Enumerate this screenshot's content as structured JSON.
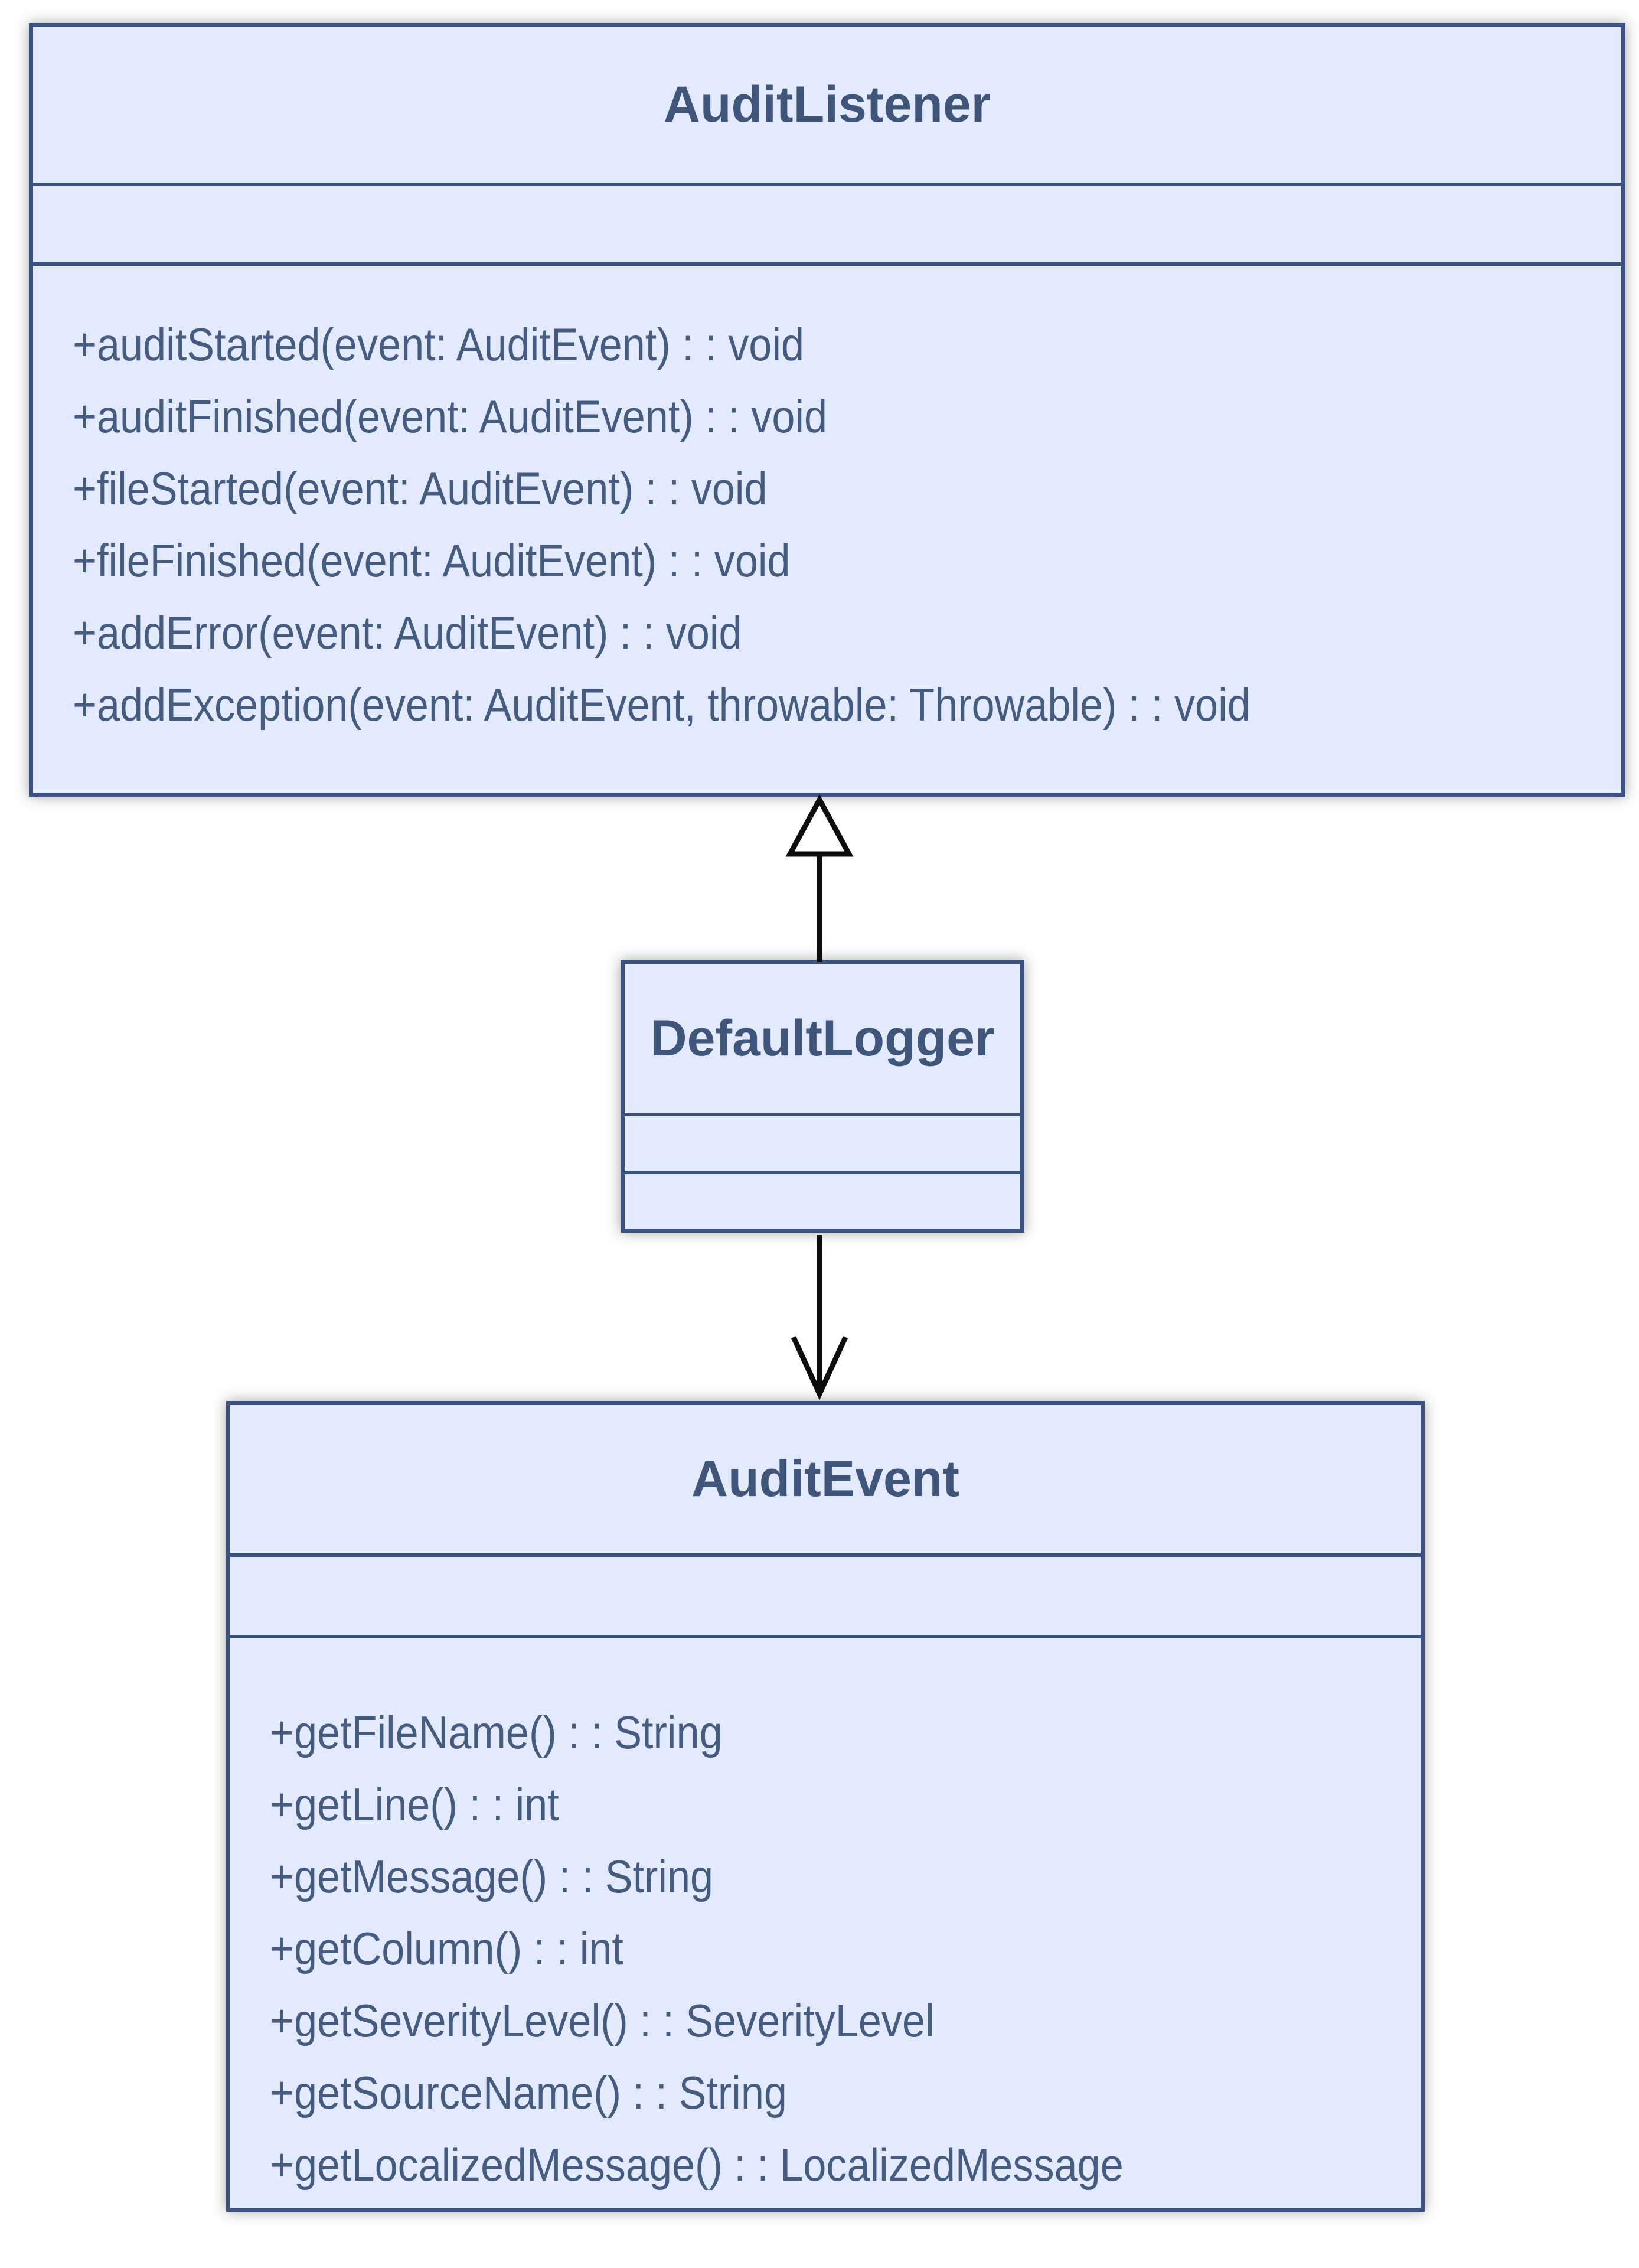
{
  "diagram": {
    "classes": [
      {
        "name": "AuditListener",
        "attributes": [],
        "methods": [
          "+auditStarted(event: AuditEvent) : : void",
          "+auditFinished(event: AuditEvent) : : void",
          "+fileStarted(event: AuditEvent) : : void",
          "+fileFinished(event: AuditEvent) : : void",
          "+addError(event: AuditEvent) : : void",
          "+addException(event: AuditEvent, throwable: Throwable) : : void"
        ]
      },
      {
        "name": "DefaultLogger",
        "attributes": [],
        "methods": []
      },
      {
        "name": "AuditEvent",
        "attributes": [],
        "methods": [
          "+getFileName() : : String",
          "+getLine() : : int",
          "+getMessage() : : String",
          "+getColumn() : : int",
          "+getSeverityLevel() : : SeverityLevel",
          "+getSourceName() : : String",
          "+getLocalizedMessage() : : LocalizedMessage"
        ]
      }
    ],
    "relationships": [
      {
        "from": "DefaultLogger",
        "to": "AuditListener",
        "type": "realization",
        "arrowhead": "hollow-triangle"
      },
      {
        "from": "DefaultLogger",
        "to": "AuditEvent",
        "type": "directed-association",
        "arrowhead": "open-arrow"
      }
    ],
    "colors": {
      "box_fill": "#e3eafc",
      "box_border": "#3b5280",
      "title_text": "#3f5579",
      "method_text": "#465b80",
      "arrow": "#0d0d0d",
      "background": "#ffffff"
    }
  }
}
